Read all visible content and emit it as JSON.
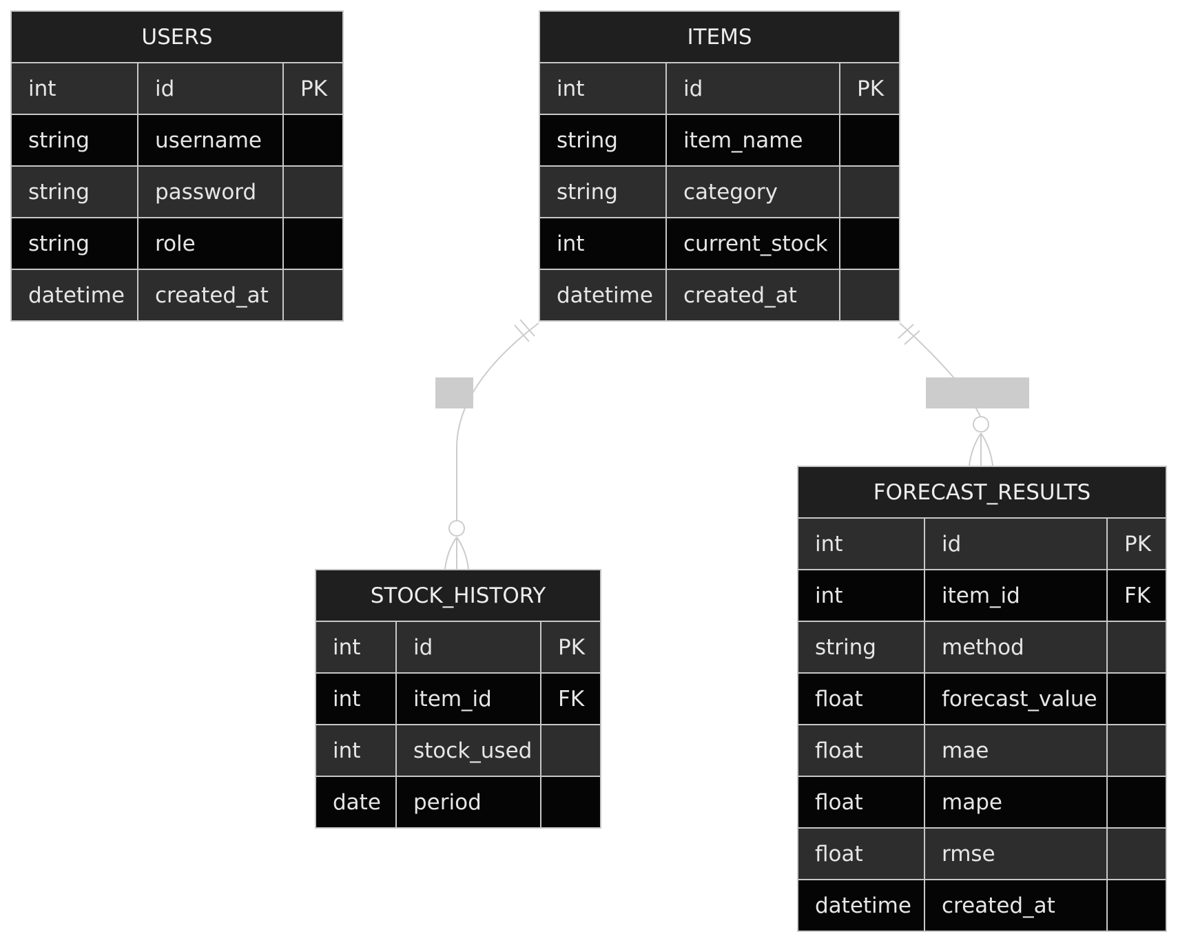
{
  "entities": [
    {
      "id": "users",
      "name": "USERS",
      "attributes": [
        {
          "type": "int",
          "name": "id",
          "key": "PK"
        },
        {
          "type": "string",
          "name": "username",
          "key": ""
        },
        {
          "type": "string",
          "name": "password",
          "key": ""
        },
        {
          "type": "string",
          "name": "role",
          "key": ""
        },
        {
          "type": "datetime",
          "name": "created_at",
          "key": ""
        }
      ]
    },
    {
      "id": "items",
      "name": "ITEMS",
      "attributes": [
        {
          "type": "int",
          "name": "id",
          "key": "PK"
        },
        {
          "type": "string",
          "name": "item_name",
          "key": ""
        },
        {
          "type": "string",
          "name": "category",
          "key": ""
        },
        {
          "type": "int",
          "name": "current_stock",
          "key": ""
        },
        {
          "type": "datetime",
          "name": "created_at",
          "key": ""
        }
      ]
    },
    {
      "id": "stock_history",
      "name": "STOCK_HISTORY",
      "attributes": [
        {
          "type": "int",
          "name": "id",
          "key": "PK"
        },
        {
          "type": "int",
          "name": "item_id",
          "key": "FK"
        },
        {
          "type": "int",
          "name": "stock_used",
          "key": ""
        },
        {
          "type": "date",
          "name": "period",
          "key": ""
        }
      ]
    },
    {
      "id": "forecast_results",
      "name": "FORECAST_RESULTS",
      "attributes": [
        {
          "type": "int",
          "name": "id",
          "key": "PK"
        },
        {
          "type": "int",
          "name": "item_id",
          "key": "FK"
        },
        {
          "type": "string",
          "name": "method",
          "key": ""
        },
        {
          "type": "float",
          "name": "forecast_value",
          "key": ""
        },
        {
          "type": "float",
          "name": "mae",
          "key": ""
        },
        {
          "type": "float",
          "name": "mape",
          "key": ""
        },
        {
          "type": "float",
          "name": "rmse",
          "key": ""
        },
        {
          "type": "datetime",
          "name": "created_at",
          "key": ""
        }
      ]
    }
  ],
  "relationships": [
    {
      "from": "ITEMS",
      "to": "STOCK_HISTORY",
      "from_cardinality": "exactly-one",
      "to_cardinality": "zero-or-many",
      "label": ""
    },
    {
      "from": "ITEMS",
      "to": "FORECAST_RESULTS",
      "from_cardinality": "exactly-one",
      "to_cardinality": "zero-or-many",
      "label": ""
    }
  ],
  "colors": {
    "header_bg": "#1f1f1f",
    "row_odd_bg": "#2d2d2d",
    "row_even_bg": "#050505",
    "border": "#c8c8c8",
    "text": "#e6e6e6",
    "line": "#cccccc",
    "label_box": "#cccccc"
  }
}
